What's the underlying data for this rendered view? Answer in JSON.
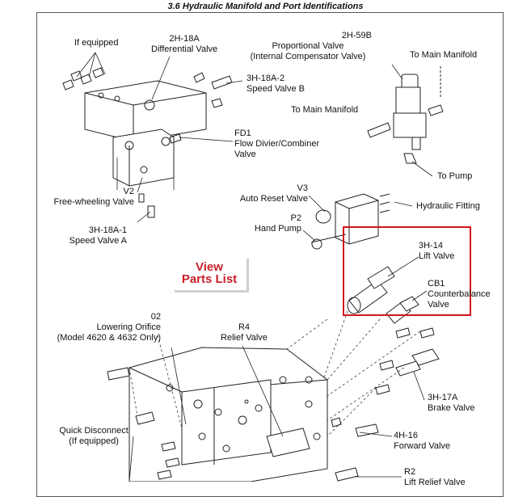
{
  "heading": "3.6  Hydraulic Manifold and Port Identifications",
  "view_parts": {
    "line1": "View",
    "line2": "Parts List"
  },
  "labels": {
    "if_equipped_top": "If equipped",
    "diff_valve": [
      "2H-18A",
      "Differential Valve"
    ],
    "speed_valve_b": [
      "3H-18A-2",
      "Speed Valve B"
    ],
    "flow_divider": [
      "FD1",
      "Flow Divier/Combiner",
      "Valve"
    ],
    "free_wheeling": [
      "V2",
      "Free-wheeling Valve"
    ],
    "speed_valve_a": [
      "3H-18A-1",
      "Speed Valve A"
    ],
    "proportional_valve": [
      "2H-59B",
      "Proportional Valve",
      "(Internal Compensator Valve)"
    ],
    "to_main_manifold_right": "To Main Manifold",
    "to_main_manifold_left": "To Main Manifold",
    "to_pump": "To Pump",
    "auto_reset": [
      "V3",
      "Auto Reset Valve"
    ],
    "hydraulic_fitting": "Hydraulic Fitting",
    "hand_pump": [
      "P2",
      "Hand Pump"
    ],
    "lift_valve": [
      "3H-14",
      "Lift Valve"
    ],
    "counterbalance": [
      "CB1",
      "Counterbalance",
      "Valve"
    ],
    "lowering_orifice": [
      "02",
      "Lowering Orifice",
      "(Model 4620 & 4632 Only)"
    ],
    "relief_valve": [
      "R4",
      "Relief Valve"
    ],
    "brake_valve": [
      "3H-17A",
      "Brake Valve"
    ],
    "quick_disconnect": [
      "Quick Disconnect",
      "(If equipped)"
    ],
    "forward_valve": [
      "4H-16",
      "Forward Valve"
    ],
    "r2_partial": [
      "R2",
      "Lift Relief Valve"
    ]
  },
  "colors": {
    "highlight": "#d4141c",
    "link_text": "#c8202b",
    "line": "#222222"
  }
}
